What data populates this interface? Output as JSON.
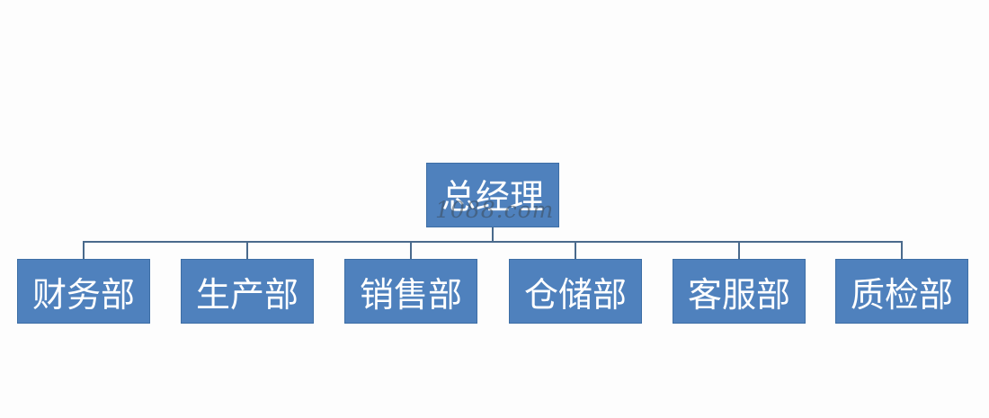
{
  "chart": {
    "root": {
      "label": "总经理"
    },
    "watermark": "1088.com",
    "children": [
      {
        "label": "财务部"
      },
      {
        "label": "生产部"
      },
      {
        "label": "销售部"
      },
      {
        "label": "仓储部"
      },
      {
        "label": "客服部"
      },
      {
        "label": "质检部"
      }
    ]
  },
  "colors": {
    "node_fill": "#4f81bd",
    "node_text": "#ffffff",
    "connector": "#4a6a8c"
  }
}
